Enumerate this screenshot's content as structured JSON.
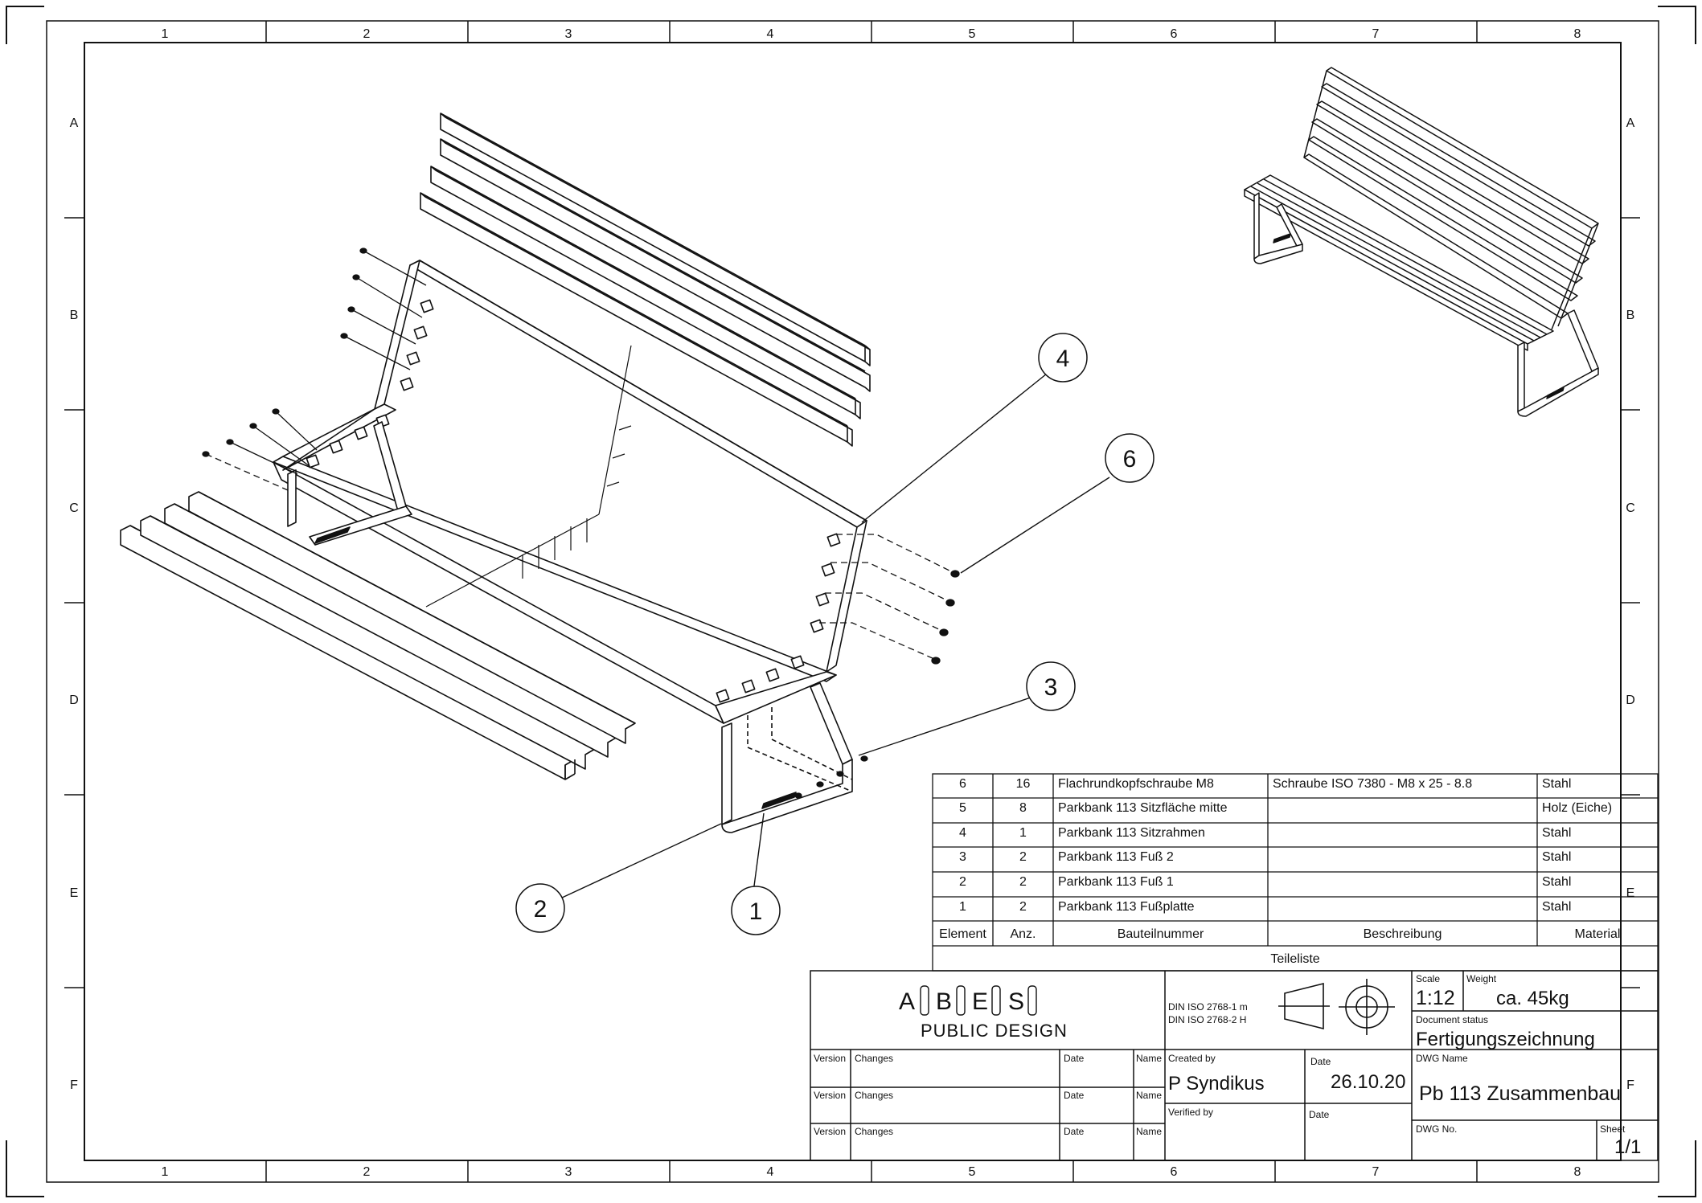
{
  "grid": {
    "cols": [
      "1",
      "2",
      "3",
      "4",
      "5",
      "6",
      "7",
      "8"
    ],
    "rows": [
      "A",
      "B",
      "C",
      "D",
      "E",
      "F"
    ]
  },
  "balloons": [
    "1",
    "2",
    "3",
    "4",
    "6"
  ],
  "parts_list": {
    "rows": [
      {
        "element": "6",
        "qty": "16",
        "part": "Flachrundkopfschraube M8",
        "desc": "Schraube ISO 7380 - M8 x 25 - 8.8",
        "material": "Stahl"
      },
      {
        "element": "5",
        "qty": "8",
        "part": "Parkbank 113 Sitzfläche mitte",
        "desc": "",
        "material": "Holz (Eiche)"
      },
      {
        "element": "4",
        "qty": "1",
        "part": "Parkbank 113 Sitzrahmen",
        "desc": "",
        "material": "Stahl"
      },
      {
        "element": "3",
        "qty": "2",
        "part": "Parkbank 113 Fuß 2",
        "desc": "",
        "material": "Stahl"
      },
      {
        "element": "2",
        "qty": "2",
        "part": "Parkbank 113 Fuß 1",
        "desc": "",
        "material": "Stahl"
      },
      {
        "element": "1",
        "qty": "2",
        "part": "Parkbank 113 Fußplatte",
        "desc": "",
        "material": "Stahl"
      }
    ],
    "headers": {
      "element": "Element",
      "qty": "Anz.",
      "part": "Bauteilnummer",
      "desc": "Beschreibung",
      "material": "Material"
    },
    "caption": "Teileliste"
  },
  "title_block": {
    "logo_letters": [
      "A",
      "B",
      "E",
      "S"
    ],
    "logo_sub": "PUBLIC DESIGN",
    "standard_1": "DIN ISO 2768-1 m",
    "standard_2": "DIN ISO 2768-2 H",
    "version_label": "Version",
    "changes_label": "Changes",
    "date_label": "Date",
    "name_label": "Name",
    "created_by_label": "Created by",
    "created_by": "P Syndikus",
    "date_value": "26.10.20",
    "verified_by_label": "Verified by",
    "scale_label": "Scale",
    "scale": "1:12",
    "weight_label": "Weight",
    "weight": "ca. 45kg",
    "doc_status_label": "Document status",
    "doc_status": "Fertigungszeichnung",
    "dwg_name_label": "DWG Name",
    "dwg_name": "Pb 113 Zusammenbau",
    "dwg_no_label": "DWG No.",
    "sheet_label": "Sheet",
    "sheet": "1/1"
  }
}
